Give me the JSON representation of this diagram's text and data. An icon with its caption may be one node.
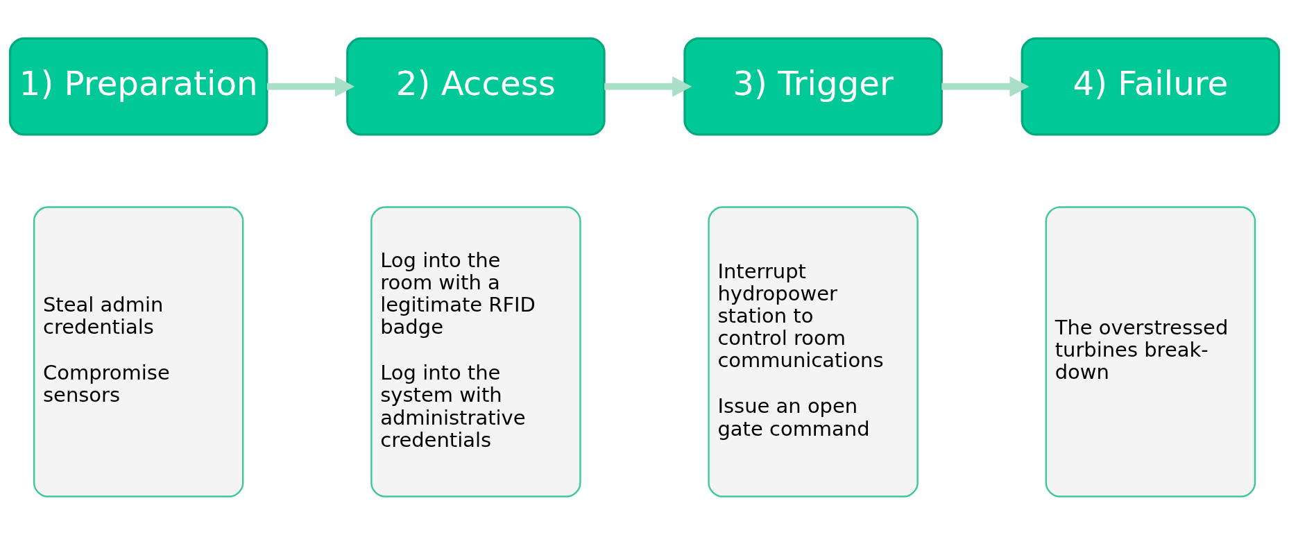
{
  "diagram": {
    "nodes": [
      {
        "text": [
          "1) Preparation"
        ]
      },
      {
        "text": [
          "2) Access"
        ]
      },
      {
        "text": [
          "3) Trigger"
        ]
      },
      {
        "text": [
          "4) Failure"
        ]
      },
      {
        "text": [
          "Steal admin credentials",
          "Compromise sensors"
        ]
      },
      {
        "text": [
          "Log into the room with a legitimate RFID badge",
          "Log into the system with administrative credentials"
        ]
      },
      {
        "text": [
          "Interrupt hydropower station to control room communications",
          "Issue an open gate command"
        ]
      },
      {
        "text": [
          "The overstressed turbines break-down"
        ]
      }
    ],
    "edges": [
      {
        "from": 0,
        "to": 1,
        "arrow": "to"
      },
      {
        "from": 1,
        "to": 2,
        "arrow": "to"
      },
      {
        "from": 2,
        "to": 3,
        "arrow": "to"
      }
    ]
  }
}
